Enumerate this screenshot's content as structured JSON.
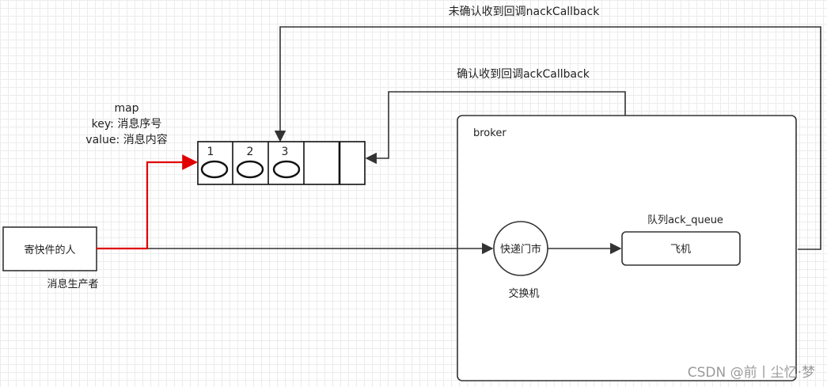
{
  "labels": {
    "nack_callback": "未确认收到回调nackCallback",
    "ack_callback": "确认收到回调ackCallback",
    "map_title": "map",
    "map_key": "key: 消息序号",
    "map_value": "value: 消息内容",
    "broker": "broker",
    "queue_title": "队列ack_queue",
    "queue_name": "飞机",
    "exchange_name": "快递门市",
    "exchange_caption": "交换机",
    "producer_name": "寄快件的人",
    "producer_caption": "消息生产者",
    "watermark": "CSDN @前丨尘忆·梦"
  },
  "map_cells": [
    "1",
    "2",
    "3",
    "",
    ""
  ],
  "colors": {
    "line": "#333333",
    "red_arrow": "#e00000",
    "watermark": "#9a9a9a"
  }
}
